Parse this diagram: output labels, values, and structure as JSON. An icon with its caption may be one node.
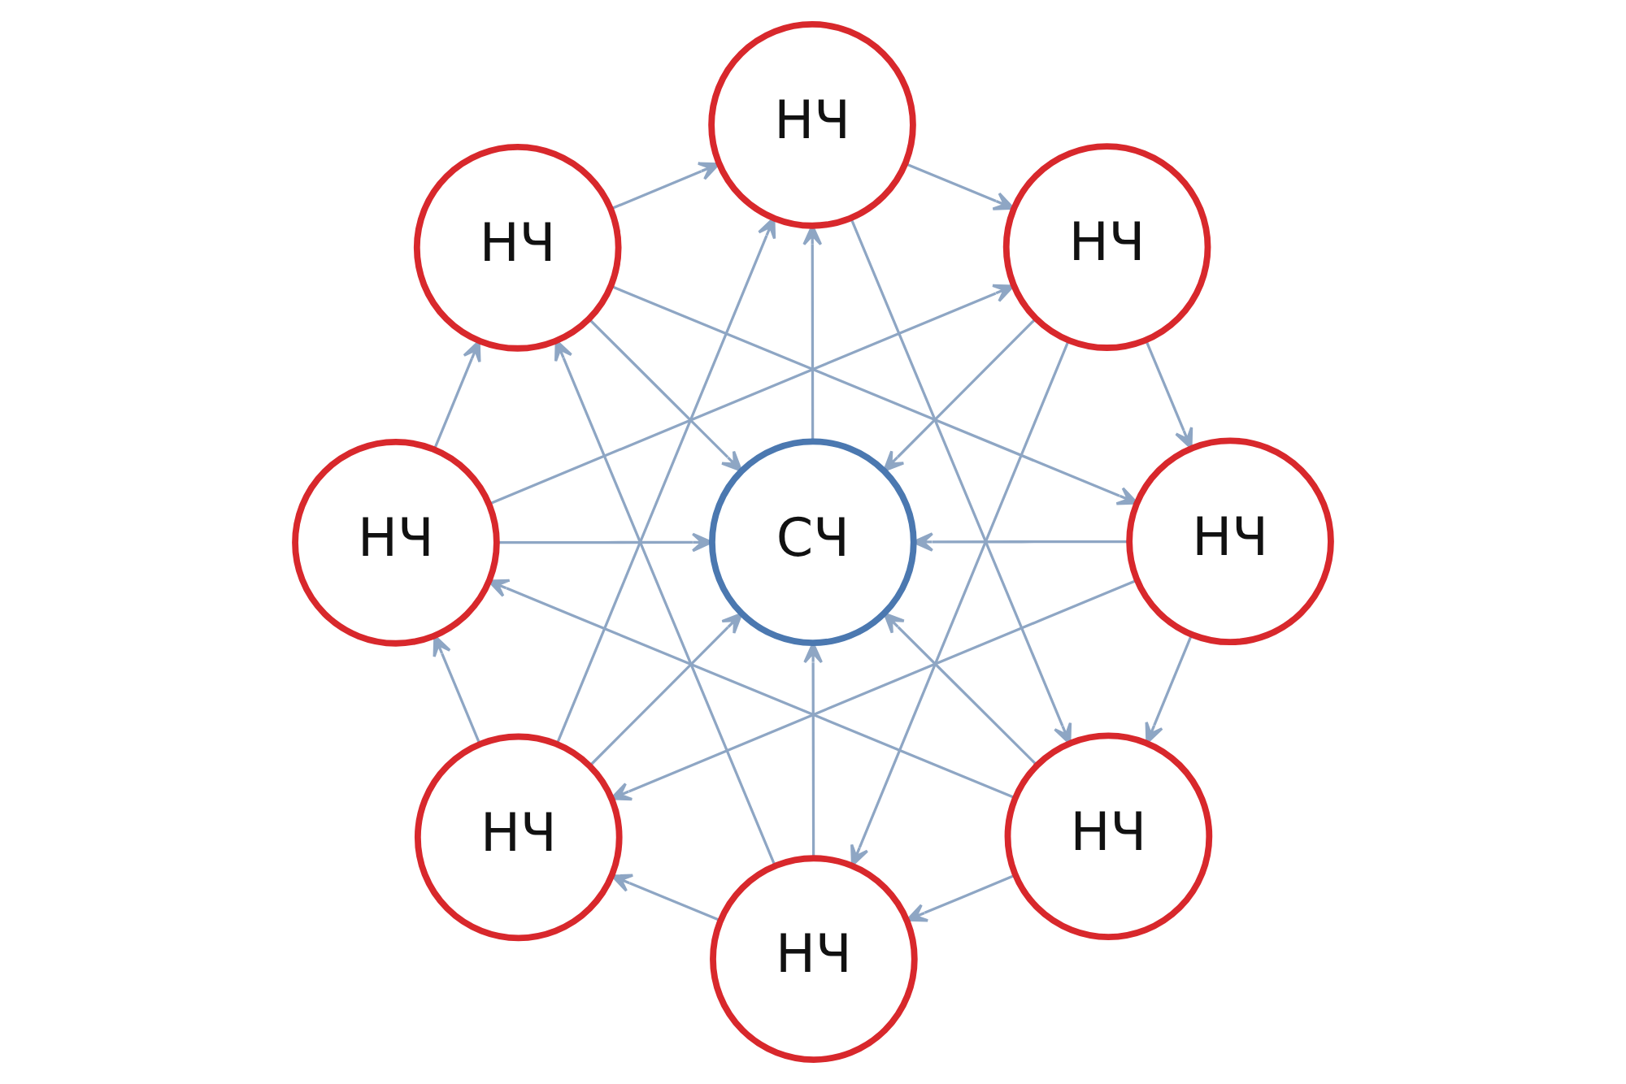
{
  "diagram": {
    "nodes": [
      {
        "text": [
          "НЧ"
        ]
      },
      {
        "text": [
          "НЧ"
        ]
      },
      {
        "text": [
          "НЧ"
        ]
      },
      {
        "text": [
          "НЧ"
        ]
      },
      {
        "text": [
          "СЧ"
        ]
      },
      {
        "text": [
          "НЧ"
        ]
      },
      {
        "text": [
          "НЧ"
        ]
      },
      {
        "text": [
          "НЧ"
        ]
      },
      {
        "text": [
          "НЧ"
        ]
      }
    ],
    "edges": [
      {
        "from": 1,
        "to": 0,
        "arrow": "to"
      },
      {
        "from": 0,
        "to": 2,
        "arrow": "to"
      },
      {
        "from": 2,
        "to": 5,
        "arrow": "to"
      },
      {
        "from": 5,
        "to": 7,
        "arrow": "to"
      },
      {
        "from": 7,
        "to": 8,
        "arrow": "to"
      },
      {
        "from": 8,
        "to": 6,
        "arrow": "to"
      },
      {
        "from": 6,
        "to": 3,
        "arrow": "to"
      },
      {
        "from": 3,
        "to": 1,
        "arrow": "to"
      },
      {
        "from": 4,
        "to": 0,
        "arrow": "to"
      },
      {
        "from": 1,
        "to": 4,
        "arrow": "to"
      },
      {
        "from": 2,
        "to": 4,
        "arrow": "to"
      },
      {
        "from": 3,
        "to": 4,
        "arrow": "to"
      },
      {
        "from": 5,
        "to": 4,
        "arrow": "to"
      },
      {
        "from": 6,
        "to": 4,
        "arrow": "to"
      },
      {
        "from": 7,
        "to": 4,
        "arrow": "to"
      },
      {
        "from": 8,
        "to": 4,
        "arrow": "to"
      },
      {
        "from": 3,
        "to": 2,
        "arrow": "to"
      },
      {
        "from": 1,
        "to": 5,
        "arrow": "to"
      },
      {
        "from": 0,
        "to": 7,
        "arrow": "to"
      },
      {
        "from": 2,
        "to": 8,
        "arrow": "to"
      },
      {
        "from": 5,
        "to": 6,
        "arrow": "to"
      },
      {
        "from": 7,
        "to": 3,
        "arrow": "to"
      },
      {
        "from": 8,
        "to": 1,
        "arrow": "to"
      },
      {
        "from": 6,
        "to": 0,
        "arrow": "to"
      }
    ]
  }
}
